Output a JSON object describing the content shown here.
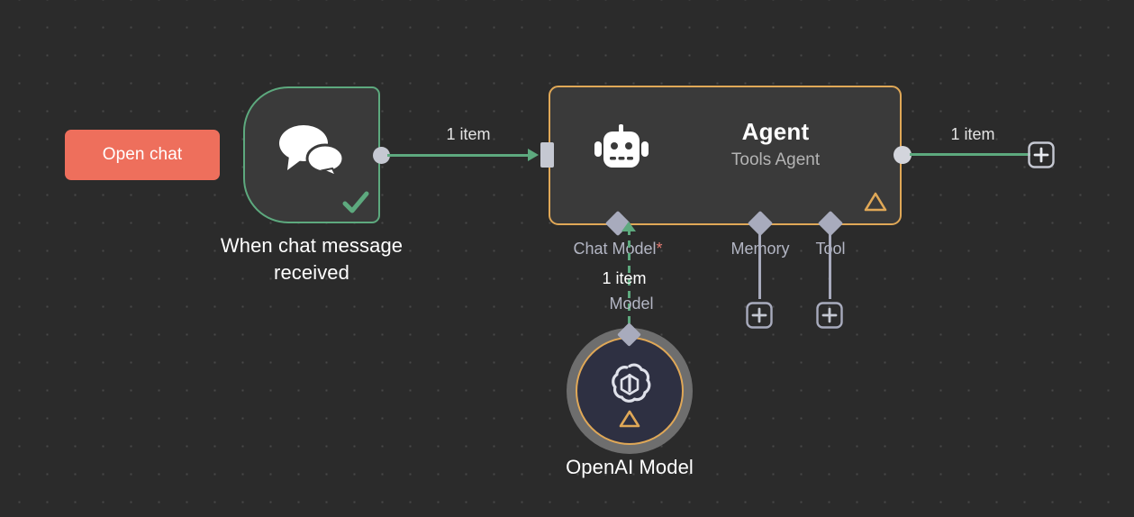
{
  "canvas": {
    "background_color": "#2b2b2b",
    "grid_dot_color": "#484848"
  },
  "open_chat": {
    "label": "Open chat",
    "color": "#ee6f5c"
  },
  "trigger_node": {
    "label_line1": "When chat message",
    "label_line2": "received",
    "icon": "chat-bubbles-icon",
    "status_icon": "check-icon",
    "border_color": "#5da97e",
    "body_color": "#3a3a3a"
  },
  "connections": {
    "trigger_to_agent_label": "1 item",
    "agent_to_next_label": "1 item",
    "chat_model_label": "1 item",
    "wire_color": "#5da97e"
  },
  "agent_node": {
    "title": "Agent",
    "subtitle": "Tools Agent",
    "icon": "robot-icon",
    "warning_icon": "warning-triangle-icon",
    "border_color": "#e0a857",
    "body_color": "#3a3a3a",
    "ports": [
      {
        "label": "Chat Model",
        "required_marker": "*",
        "required": true
      },
      {
        "label": "Memory",
        "required_marker": "",
        "required": false
      },
      {
        "label": "Tool",
        "required_marker": "",
        "required": false
      }
    ]
  },
  "sub_ports": {
    "chat_model_label": "Chat Model",
    "chat_model_required": "*",
    "memory_label": "Memory",
    "tool_label": "Tool",
    "model_port_label": "Model"
  },
  "add_buttons": {
    "main_label": "+",
    "memory_label": "+",
    "tool_label": "+"
  },
  "openai_node": {
    "label": "OpenAI Model",
    "icon": "openai-logo-icon",
    "warning_icon": "warning-triangle-icon",
    "ring_color": "#6e6e6e",
    "border_color": "#e0a857",
    "body_color": "#2e3042"
  }
}
